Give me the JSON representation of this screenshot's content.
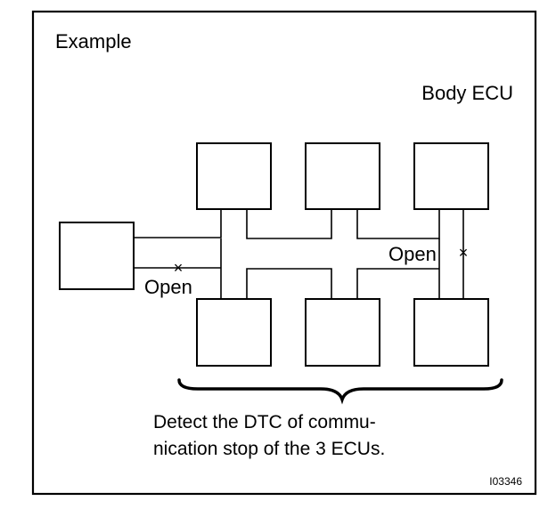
{
  "diagram": {
    "title": "Example",
    "body_ecu_label": "Body ECU",
    "open_label_left": "Open",
    "open_label_right": "Open",
    "break_mark": "×",
    "caption_line1": "Detect the DTC of commu-",
    "caption_line2": "nication stop of the 3 ECUs.",
    "figure_id": "I03346"
  },
  "colors": {
    "line": "#000000",
    "background": "#ffffff"
  }
}
